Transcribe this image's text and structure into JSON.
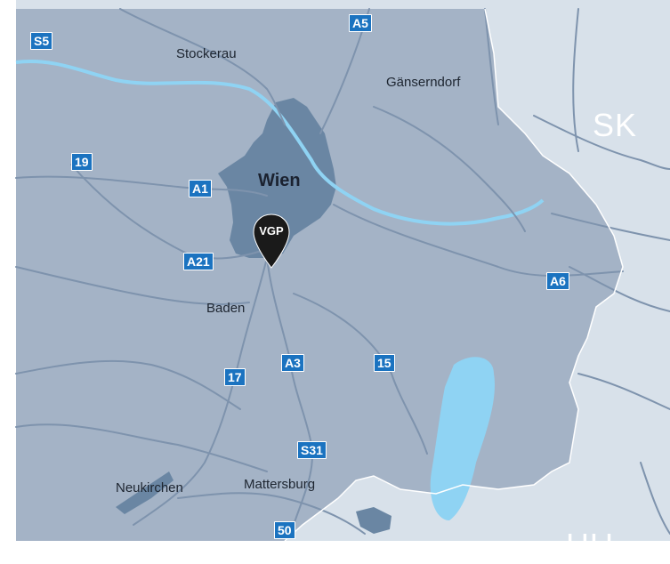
{
  "colors": {
    "land_austria": "#a4b3c6",
    "land_foreign": "#d8e1ea",
    "urban": "#6a86a3",
    "water": "#8fd3f3",
    "roads": "#7e93ad",
    "highway_shield": "#1b73c0",
    "pin": "#1a1a1a"
  },
  "places": [
    {
      "id": "stockerau",
      "label": "Stockerau"
    },
    {
      "id": "gaenserndorf",
      "label": "Gänserndorf"
    },
    {
      "id": "wien",
      "label": "Wien"
    },
    {
      "id": "baden",
      "label": "Baden"
    },
    {
      "id": "neukirchen",
      "label": "Neukirchen"
    },
    {
      "id": "mattersburg",
      "label": "Mattersburg"
    }
  ],
  "countries": [
    {
      "id": "sk",
      "label": "SK"
    },
    {
      "id": "hu",
      "label": "HU"
    }
  ],
  "roads": [
    {
      "id": "s5",
      "label": "S5"
    },
    {
      "id": "a5",
      "label": "A5"
    },
    {
      "id": "r19",
      "label": "19"
    },
    {
      "id": "a1",
      "label": "A1"
    },
    {
      "id": "a21",
      "label": "A21"
    },
    {
      "id": "a6",
      "label": "A6"
    },
    {
      "id": "a3",
      "label": "A3"
    },
    {
      "id": "r15",
      "label": "15"
    },
    {
      "id": "r17",
      "label": "17"
    },
    {
      "id": "s31",
      "label": "S31"
    },
    {
      "id": "r50",
      "label": "50"
    }
  ],
  "marker": {
    "label": "VGP",
    "icon": "location-pin-icon"
  }
}
